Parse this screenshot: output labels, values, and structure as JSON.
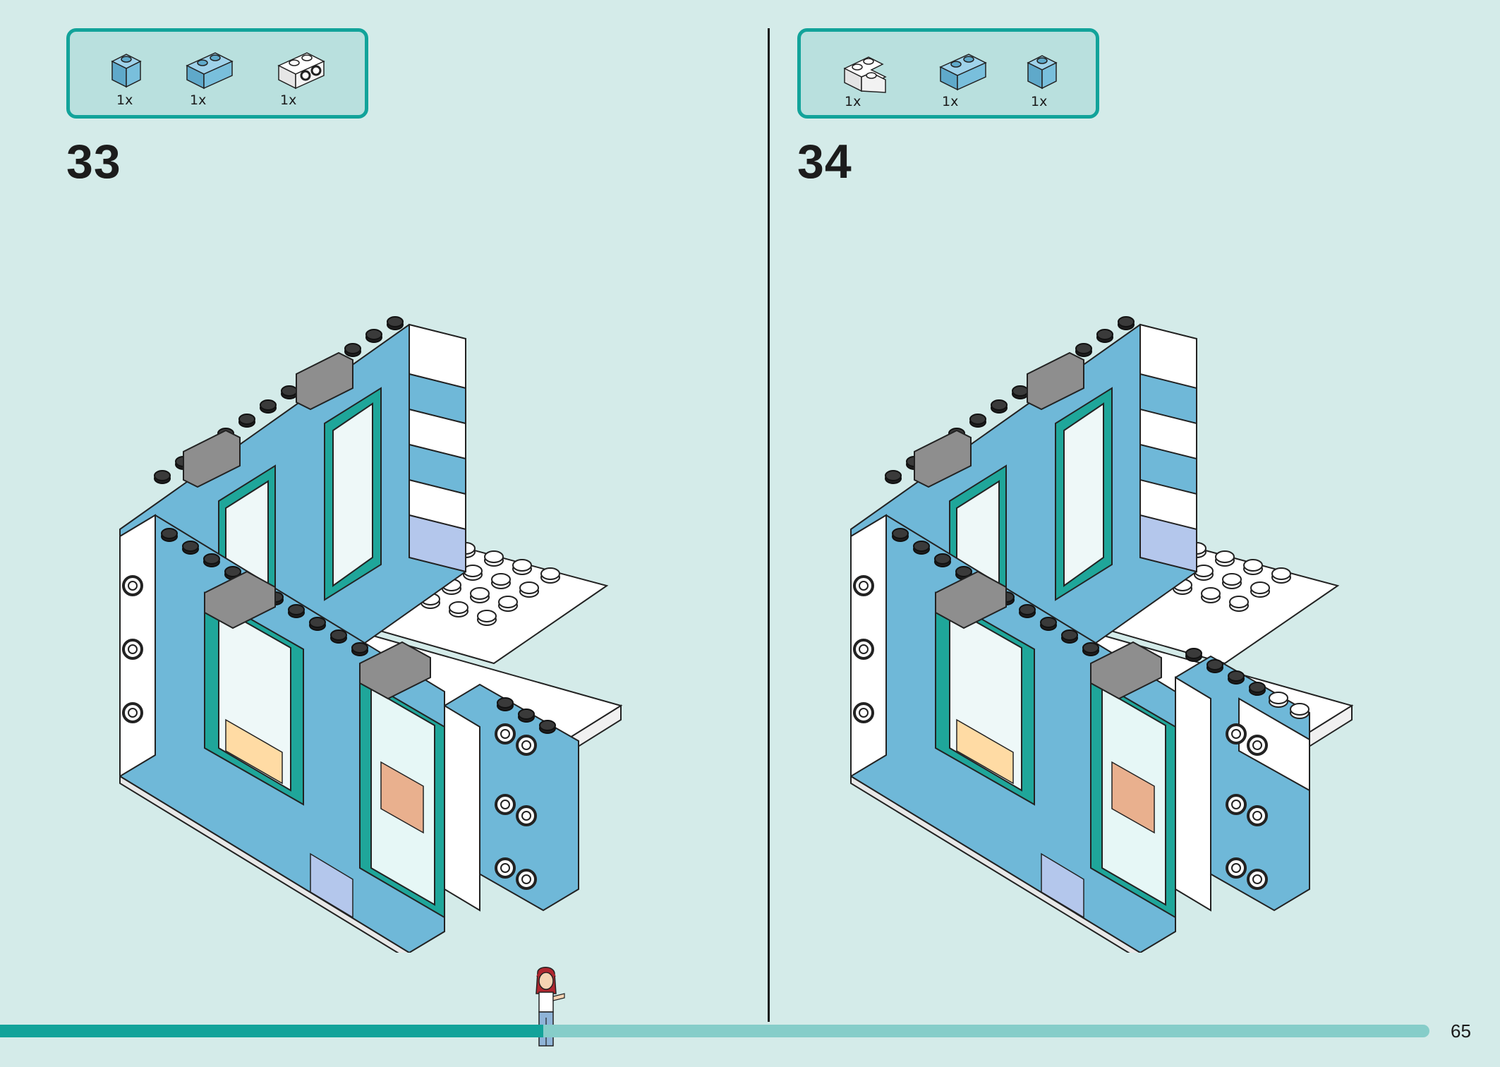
{
  "steps": [
    {
      "number": "33",
      "parts": [
        {
          "icon": "brick-1x1-medium-azure",
          "color": "#6fb8d8",
          "qty": "1x"
        },
        {
          "icon": "brick-1x2-medium-azure",
          "color": "#6fb8d8",
          "qty": "1x"
        },
        {
          "icon": "brick-1x2-white-side-studs",
          "color": "#ffffff",
          "qty": "1x"
        }
      ]
    },
    {
      "number": "34",
      "parts": [
        {
          "icon": "corner-brick-white",
          "color": "#ffffff",
          "qty": "1x"
        },
        {
          "icon": "brick-1x2-medium-azure",
          "color": "#6fb8d8",
          "qty": "1x"
        },
        {
          "icon": "brick-1x1-medium-azure",
          "color": "#6fb8d8",
          "qty": "1x"
        }
      ]
    }
  ],
  "page": {
    "number": "65",
    "progress": 0.38
  },
  "colors": {
    "background": "#d4ebe9",
    "accent": "#12a39a",
    "parts_box": "#b9e0de",
    "brick_blue": "#6fb8d8",
    "brick_lavender": "#b4c7ec",
    "brick_white": "#ffffff",
    "brick_grey": "#8e8e8e",
    "frame_teal": "#1fa69a"
  }
}
